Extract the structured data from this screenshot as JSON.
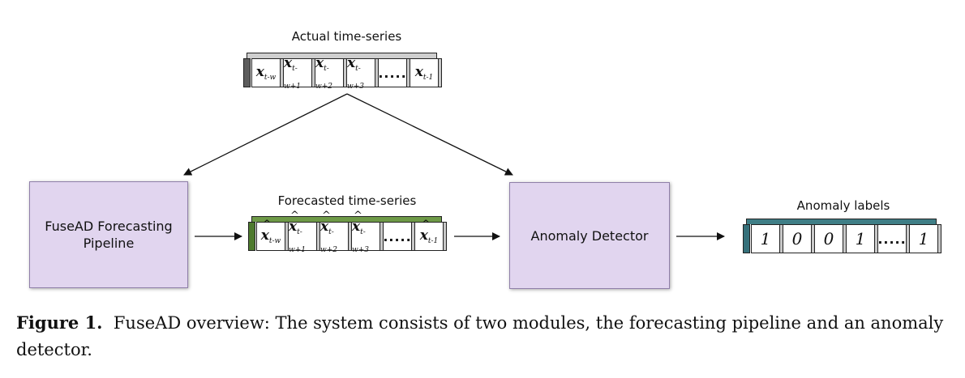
{
  "actual_series": {
    "title": "Actual time-series",
    "cells": [
      {
        "base": "x",
        "sub": "t-w"
      },
      {
        "base": "x",
        "sub": "t-w+1"
      },
      {
        "base": "x",
        "sub": "t-w+2"
      },
      {
        "base": "x",
        "sub": "t-w+3"
      },
      {
        "base": "",
        "sub": "",
        "text": "....."
      },
      {
        "base": "x",
        "sub": "t-1"
      }
    ]
  },
  "forecast_series": {
    "title": "Forecasted time-series",
    "cells": [
      {
        "base": "x",
        "sub": "t-w"
      },
      {
        "base": "x",
        "sub": "t-w+1"
      },
      {
        "base": "x",
        "sub": "t-w+2"
      },
      {
        "base": "x",
        "sub": "t-w+3"
      },
      {
        "base": "",
        "sub": "",
        "text": "....."
      },
      {
        "base": "x",
        "sub": "t-1"
      }
    ]
  },
  "anomaly_labels": {
    "title": "Anomaly labels",
    "cells": [
      "1",
      "0",
      "0",
      "1",
      ".....",
      "1"
    ]
  },
  "forecasting_box": {
    "line1": "FuseAD Forecasting",
    "line2": "Pipeline"
  },
  "detector_box": {
    "label": "Anomaly Detector"
  },
  "caption": {
    "figure_label": "Figure 1.",
    "text": "FuseAD overview: The system consists of two modules, the forecasting pipeline and an anomaly detector."
  },
  "colors": {
    "box_fill": "#e1d5ef",
    "actual_accent": "#5d5d5d",
    "forecast_accent": "#4e7a2e",
    "anomaly_accent": "#35707a"
  }
}
